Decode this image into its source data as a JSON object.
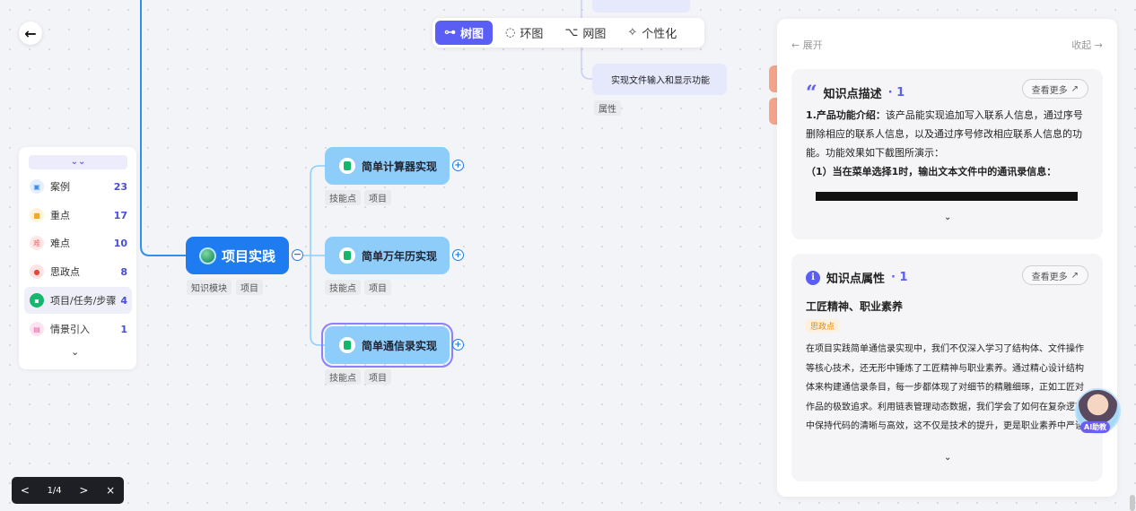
{
  "view_toolbar": {
    "tabs": [
      {
        "label": "树图",
        "icon": "tree-view-icon",
        "active": true
      },
      {
        "label": "环图",
        "icon": "ring-view-icon",
        "active": false
      },
      {
        "label": "网图",
        "icon": "network-view-icon",
        "active": false
      },
      {
        "label": "个性化",
        "icon": "magic-wand-icon",
        "active": false
      }
    ]
  },
  "legend": {
    "collapse_icon": "double-chevron-down-icon",
    "items": [
      {
        "label": "案例",
        "count": "23",
        "icon": "case-icon",
        "color": "#3b8ef0"
      },
      {
        "label": "重点",
        "count": "17",
        "icon": "key-point-icon",
        "color": "#f5a623"
      },
      {
        "label": "难点",
        "count": "10",
        "icon": "difficulty-icon",
        "color": "#f06a6a"
      },
      {
        "label": "思政点",
        "count": "8",
        "icon": "ideology-icon",
        "color": "#e8453c"
      },
      {
        "label": "项目/任务/步骤",
        "count": "4",
        "icon": "project-icon",
        "color": "#16b66c"
      },
      {
        "label": "情景引入",
        "count": "1",
        "icon": "scenario-icon",
        "color": "#ec5fa4"
      }
    ],
    "more_icon": "chevron-down-icon"
  },
  "mindmap": {
    "root": {
      "label": "项目实践",
      "tags": [
        "知识模块",
        "项目"
      ]
    },
    "children": [
      {
        "label": "简单计算器实现",
        "tags": [
          "技能点",
          "项目"
        ]
      },
      {
        "label": "简单万年历实现",
        "tags": [
          "技能点",
          "项目"
        ]
      },
      {
        "label": "简单通信录实现",
        "tags": [
          "技能点",
          "项目"
        ],
        "selected": true
      }
    ],
    "top_node": {
      "label": "实现文件输入和显示功能",
      "tag": "属性"
    }
  },
  "right_panel": {
    "expand_label": "← 展开",
    "collapse_label": "收起 →",
    "desc_card": {
      "title": "知识点描述",
      "count": "· 1",
      "more_label": "查看更多",
      "bold_prefix": "1.产品功能介绍：",
      "text": "该产品能实现追加写入联系人信息，通过序号删除相应的联系人信息，以及通过序号修改相应联系人信息的功能。功能效果如下截图所演示：",
      "bold_line": "（1）当在菜单选择1时，输出文本文件中的通讯录信息："
    },
    "prop_card": {
      "title": "知识点属性",
      "count": "· 1",
      "more_label": "查看更多",
      "prop_title": "工匠精神、职业素养",
      "prop_tag": "思政点",
      "text": "在项目实践简单通信录实现中，我们不仅深入学习了结构体、文件操作等核心技术，还无形中锤炼了工匠精神与职业素养。通过精心设计结构体来构建通信录条目，每一步都体现了对细节的精雕细琢，正如工匠对作品的极致追求。利用链表管理动态数据，我们学会了如何在复杂逻辑中保持代码的清晰与高效，这不仅是技术的提升，更是职业素养中严谨态度的体现。文件操作的学习，让我们懂得了如何安..."
    }
  },
  "ai_assistant": {
    "label": "AI助教"
  },
  "pager": {
    "prev": "<",
    "page": "1/4",
    "next": ">",
    "close": "×"
  },
  "back_button": {
    "icon": "arrow-left-icon"
  }
}
